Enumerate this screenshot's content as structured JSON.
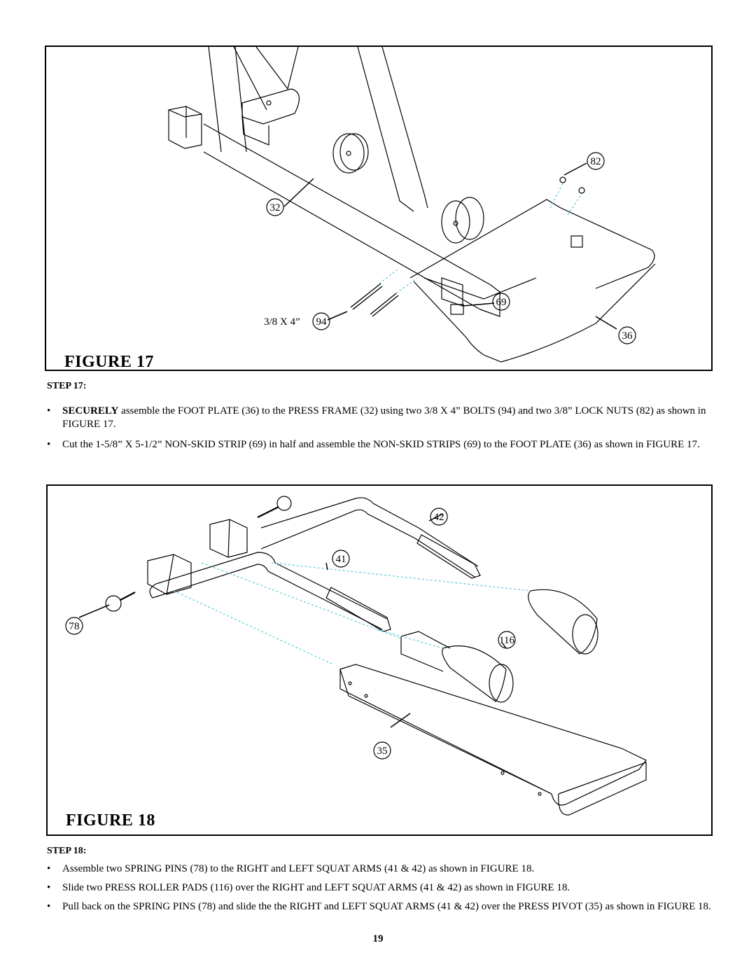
{
  "figure17": {
    "caption": "FIGURE 17",
    "callouts": {
      "c82": "82",
      "c32": "32",
      "c69": "69",
      "c94": "94",
      "c36": "36",
      "bolt_size": "3/8 X 4”"
    }
  },
  "step17": {
    "heading": "STEP 17:",
    "bullets": [
      {
        "bold": "SECURELY",
        "text": " assemble the FOOT PLATE (36) to the PRESS FRAME (32) using two 3/8 X 4” BOLTS (94) and two 3/8” LOCK NUTS (82) as shown in FIGURE 17."
      },
      {
        "bold": "",
        "text": "Cut the 1-5/8” X 5-1/2” NON-SKID STRIP (69) in half and assemble the NON-SKID STRIPS (69) to the FOOT PLATE (36) as shown in FIGURE 17."
      }
    ]
  },
  "figure18": {
    "caption": "FIGURE 18",
    "callouts": {
      "c42": "42",
      "c41": "41",
      "c78": "78",
      "c116": "116",
      "c35": "35"
    }
  },
  "step18": {
    "heading": "STEP 18:",
    "bullets": [
      {
        "text": "Assemble two SPRING PINS (78) to the RIGHT and LEFT SQUAT ARMS (41 & 42) as shown in FIGURE 18."
      },
      {
        "text": "Slide two PRESS ROLLER PADS (116) over the RIGHT and LEFT SQUAT ARMS (41 & 42) as shown in FIGURE 18."
      },
      {
        "text": "Pull back on the SPRING PINS (78) and slide the the RIGHT and LEFT SQUAT ARMS (41 & 42) over the PRESS PIVOT (35) as shown in FIGURE 18."
      }
    ]
  },
  "bullet_glyph": "•",
  "page_number": "19"
}
